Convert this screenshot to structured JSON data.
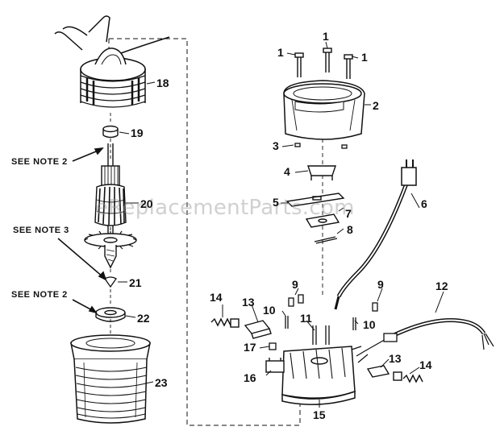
{
  "watermark": "eReplacementParts.com",
  "notes": {
    "note_a": "SEE NOTE 2",
    "note_b": "SEE NOTE 3",
    "note_c": "SEE NOTE 2"
  },
  "callouts": {
    "c1a": "1",
    "c1b": "1",
    "c1c": "1",
    "c2": "2",
    "c3": "3",
    "c4": "4",
    "c5": "5",
    "c6": "6",
    "c7": "7",
    "c8": "8",
    "c9a": "9",
    "c9b": "9",
    "c10a": "10",
    "c10b": "10",
    "c11": "11",
    "c12": "12",
    "c13a": "13",
    "c13b": "13",
    "c14a": "14",
    "c14b": "14",
    "c15": "15",
    "c16": "16",
    "c17": "17",
    "c18": "18",
    "c19": "19",
    "c20": "20",
    "c21": "21",
    "c22": "22",
    "c23": "23"
  },
  "colors": {
    "ink": "#111111",
    "paper": "#ffffff",
    "watermark": "#969696"
  }
}
